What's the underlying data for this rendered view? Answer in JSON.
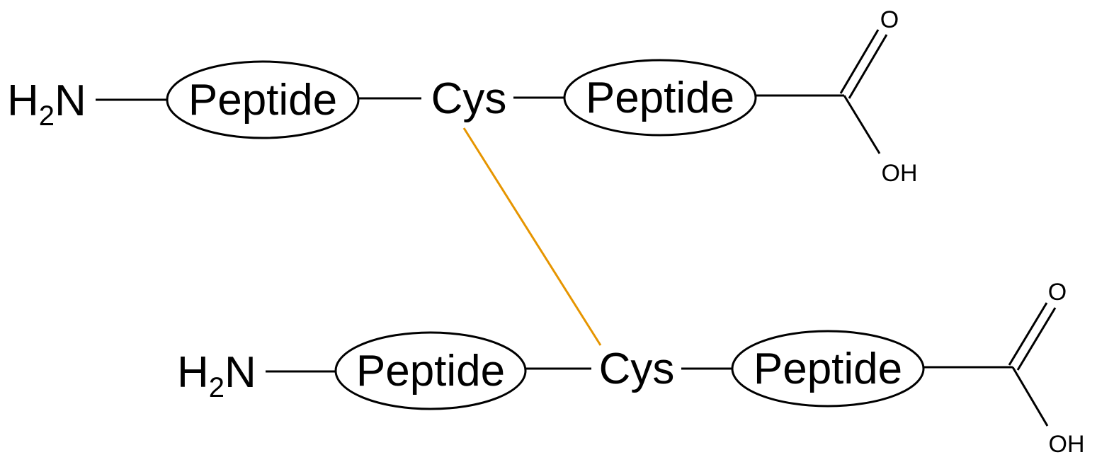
{
  "colors": {
    "line": "#000000",
    "disulfide_bond": "#E69500",
    "background": "#ffffff"
  },
  "chain1": {
    "amine": {
      "h": "H",
      "sub": "2",
      "n": "N"
    },
    "peptide_left": "Peptide",
    "cys": "Cys",
    "peptide_right": "Peptide",
    "carbonyl_o": "O",
    "hydroxyl": "OH"
  },
  "chain2": {
    "amine": {
      "h": "H",
      "sub": "2",
      "n": "N"
    },
    "peptide_left": "Peptide",
    "cys": "Cys",
    "peptide_right": "Peptide",
    "carbonyl_o": "O",
    "hydroxyl": "OH"
  }
}
